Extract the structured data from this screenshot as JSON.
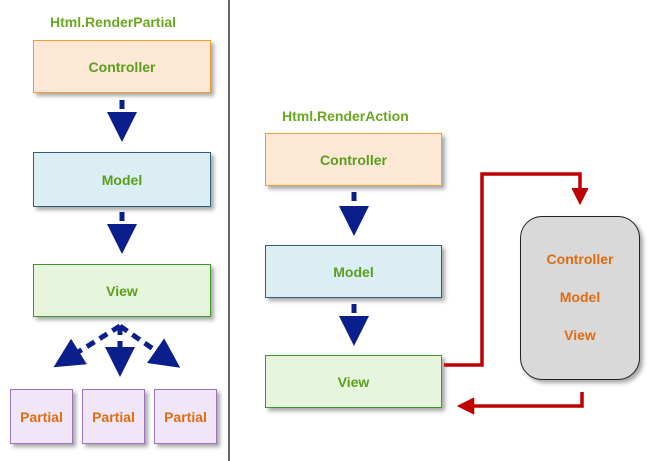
{
  "left": {
    "title": "Html.RenderPartial",
    "controller": "Controller",
    "model": "Model",
    "view": "View",
    "partials": [
      "Partial",
      "Partial",
      "Partial"
    ]
  },
  "right": {
    "title": "Html.RenderAction",
    "controller": "Controller",
    "model": "Model",
    "view": "View",
    "child": {
      "controller": "Controller",
      "model": "Model",
      "view": "View"
    }
  },
  "colors": {
    "arrow_blue": "#0b1f8c",
    "arrow_red": "#c00000",
    "label_green": "#6aa820",
    "label_orange": "#e06c10"
  }
}
